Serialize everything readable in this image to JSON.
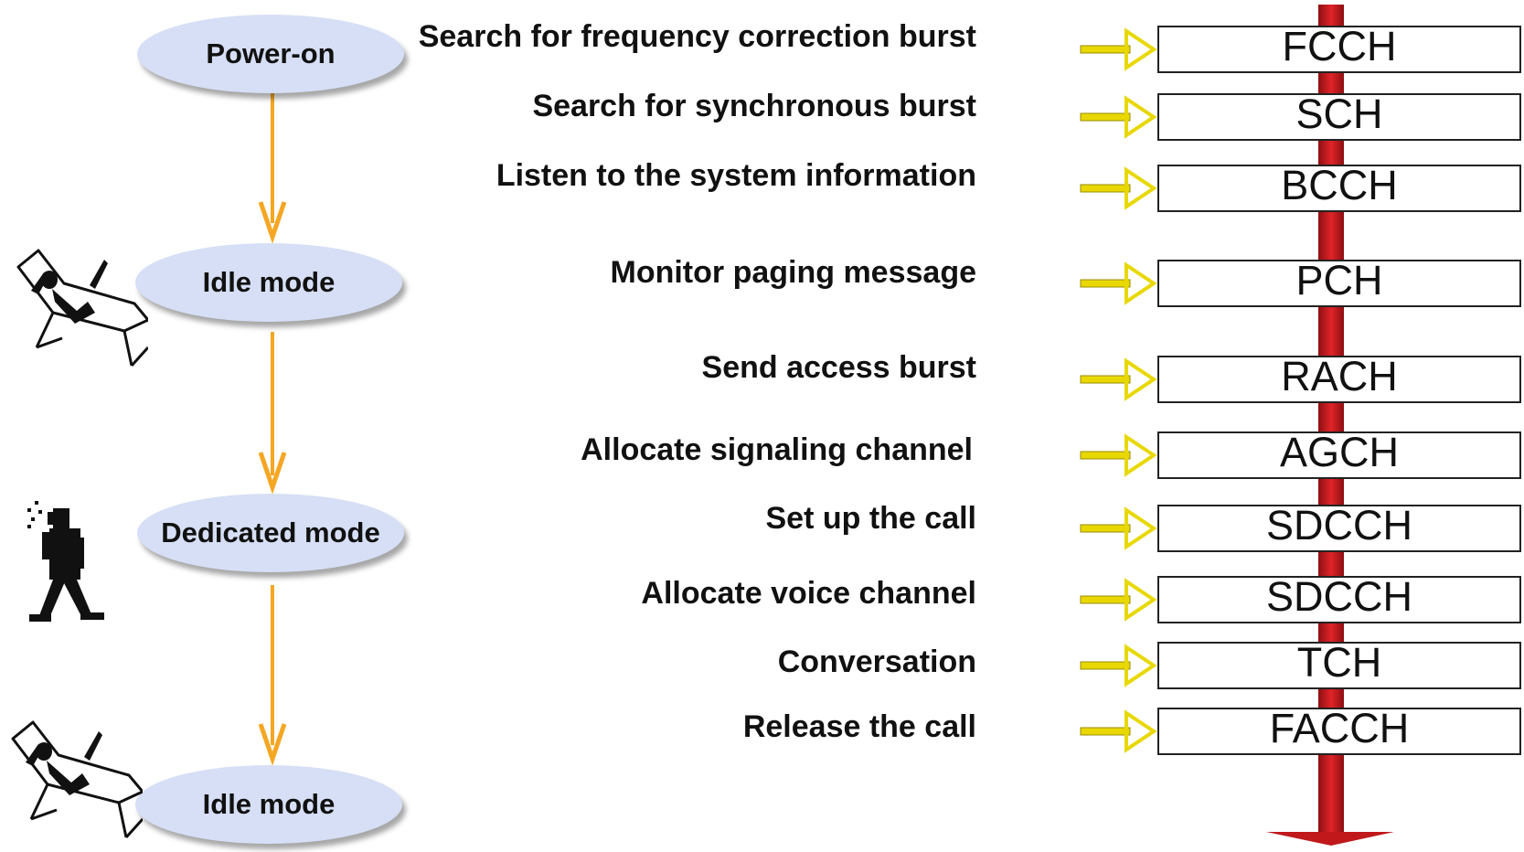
{
  "states": [
    {
      "label": "Power-on"
    },
    {
      "label": "Idle mode"
    },
    {
      "label": "Dedicated mode"
    },
    {
      "label": "Idle mode"
    }
  ],
  "steps": [
    {
      "action": "Search for frequency correction burst",
      "channel": "FCCH"
    },
    {
      "action": "Search for synchronous burst",
      "channel": "SCH"
    },
    {
      "action": "Listen to the system information",
      "channel": "BCCH"
    },
    {
      "action": "Monitor paging message",
      "channel": "PCH"
    },
    {
      "action": "Send access burst",
      "channel": "RACH"
    },
    {
      "action": "Allocate signaling channel",
      "channel": "AGCH"
    },
    {
      "action": "Set up the call",
      "channel": "SDCCH"
    },
    {
      "action": "Allocate voice channel",
      "channel": "SDCCH"
    },
    {
      "action": "Conversation",
      "channel": "TCH"
    },
    {
      "action": "Release the call",
      "channel": "FACCH"
    }
  ],
  "illustrations": [
    "lounge-chair-person-icon",
    "walking-phone-person-icon",
    "lounge-chair-person-icon"
  ],
  "colors": {
    "state_fill": "#d6dff5",
    "flow_arrow": "#f5a623",
    "pointer_arrow": "#e8d800",
    "timeline": "#c0181b"
  }
}
